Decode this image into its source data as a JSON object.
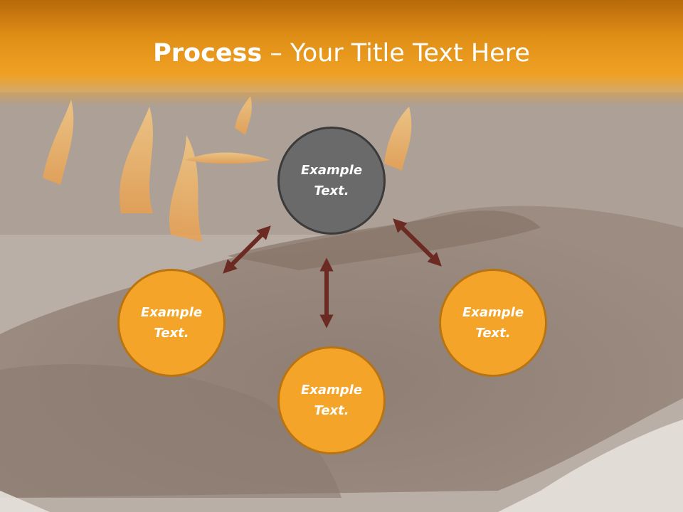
{
  "title": {
    "bold": "Process",
    "rest": " – Your Title Text Here"
  },
  "nodes": {
    "top": {
      "text": "Example Text."
    },
    "left": {
      "text": "Example Text."
    },
    "bottom": {
      "text": "Example Text."
    },
    "right": {
      "text": "Example Text."
    }
  },
  "colors": {
    "header": "#f0a124",
    "orange_circle": "#f3a429",
    "gray_circle": "#6a6a6a",
    "arrow": "#6b2a22"
  }
}
